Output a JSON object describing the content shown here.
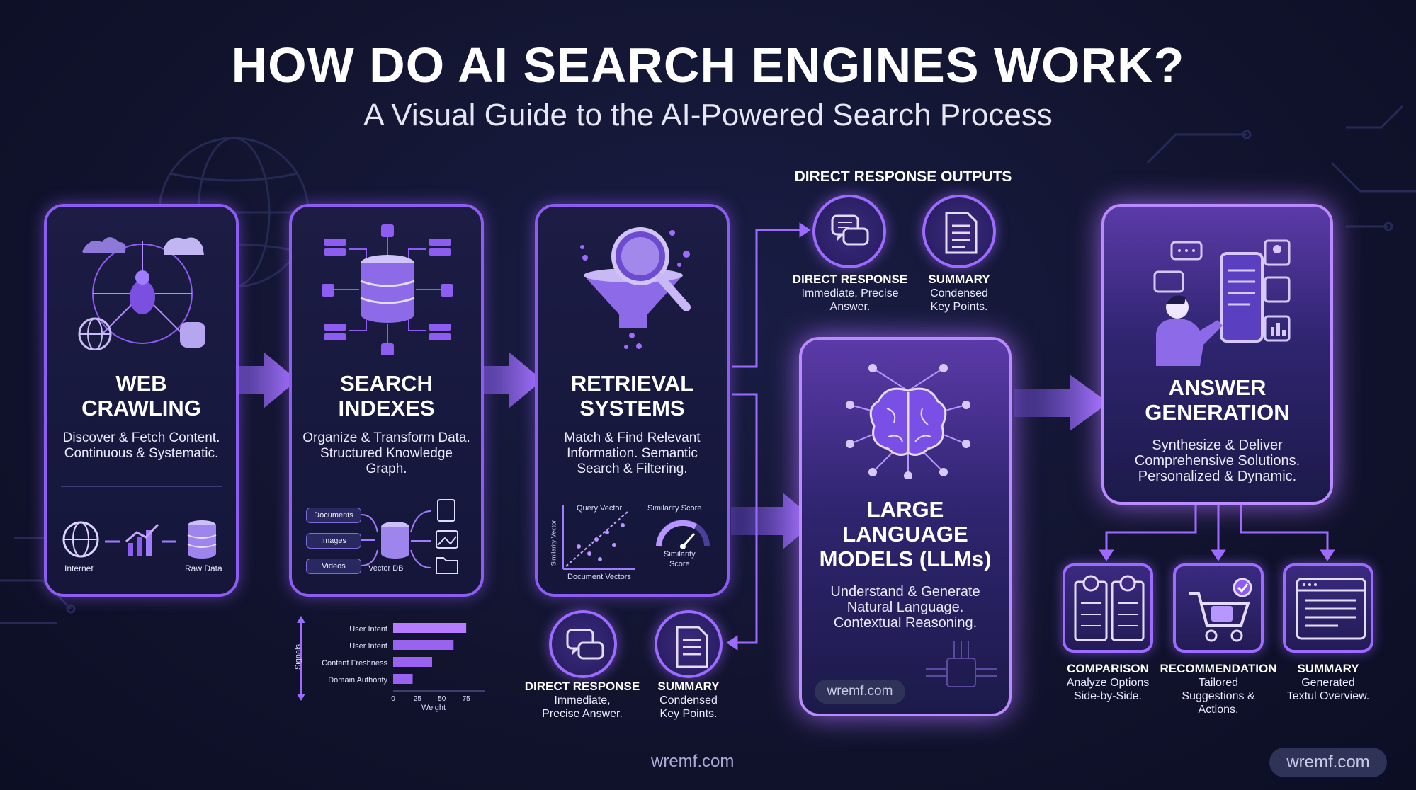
{
  "header": {
    "title": "HOW DO AI SEARCH ENGINES WORK?",
    "subtitle": "A Visual Guide to the AI-Powered Search Process"
  },
  "colors": {
    "accent": "#8d5cf0",
    "glow": "#b98bff",
    "background": "#12142f"
  },
  "crawling": {
    "title_1": "WEB",
    "title_2": "CRAWLING",
    "desc_1": "Discover & Fetch Content.",
    "desc_2": "Continuous & Systematic.",
    "internet": "Internet",
    "raw": "Raw Data"
  },
  "indexes": {
    "title_1": "SEARCH",
    "title_2": "INDEXES",
    "desc_1": "Organize & Transform Data.",
    "desc_2": "Structured Knowledge",
    "desc_3": "Graph.",
    "doc": "Documents",
    "img": "Images",
    "vid": "Videos",
    "vdb": "Vector DB"
  },
  "signals": {
    "axis": "Signals",
    "xlabel": "Weight",
    "rows": [
      {
        "label": "User Intent",
        "value": 75
      },
      {
        "label": "User Intent",
        "value": 62
      },
      {
        "label": "Content Freshness",
        "value": 40
      },
      {
        "label": "Domain Authority",
        "value": 20
      }
    ],
    "ticks": [
      "0",
      "25",
      "50",
      "75"
    ]
  },
  "retrieval": {
    "title_1": "RETRIEVAL",
    "title_2": "SYSTEMS",
    "desc_1": "Match & Find Relevant",
    "desc_2": "Information. Semantic",
    "desc_3": "Search & Filtering.",
    "qv": "Query Vector",
    "sv": "Similarity Vector",
    "dv": "Document Vectors",
    "ss": "Similarity Score",
    "ss2_1": "Similarity",
    "ss2_2": "Score"
  },
  "outputs": {
    "heading": "DIRECT RESPONSE OUTPUTS",
    "direct": {
      "title": "DIRECT RESPONSE",
      "d1": "Immediate, Precise",
      "d2": "Answer."
    },
    "summary": {
      "title": "SUMMARY",
      "d1": "Condensed",
      "d2": "Key Points."
    }
  },
  "outputs_bottom": {
    "direct": {
      "title": "DIRECT RESPONSE",
      "d1": "Immediate,",
      "d2": "Precise Answer."
    },
    "summary": {
      "title": "SUMMARY",
      "d1": "Condensed",
      "d2": "Key Points."
    }
  },
  "llm": {
    "title_1": "LARGE",
    "title_2": "LANGUAGE",
    "title_3": "MODELS (LLMs)",
    "desc_1": "Understand & Generate",
    "desc_2": "Natural Language.",
    "desc_3": "Contextual Reasoning.",
    "wm": "wremf.com"
  },
  "answer": {
    "title_1": "ANSWER",
    "title_2": "GENERATION",
    "desc_1": "Synthesize & Deliver",
    "desc_2": "Comprehensive Solutions.",
    "desc_3": "Personalized & Dynamic."
  },
  "results": [
    {
      "title": "COMPARISON",
      "d1": "Analyze Options",
      "d2": "Side-by-Side.",
      "d3": ""
    },
    {
      "title": "RECOMMENDATION",
      "d1": "Tailored",
      "d2": "Suggestions &",
      "d3": "Actions."
    },
    {
      "title": "SUMMARY",
      "d1": "Generated",
      "d2": "Textul Overview.",
      "d3": ""
    }
  ],
  "watermarks": {
    "center": "wremf.com",
    "corner": "wremf.com"
  }
}
